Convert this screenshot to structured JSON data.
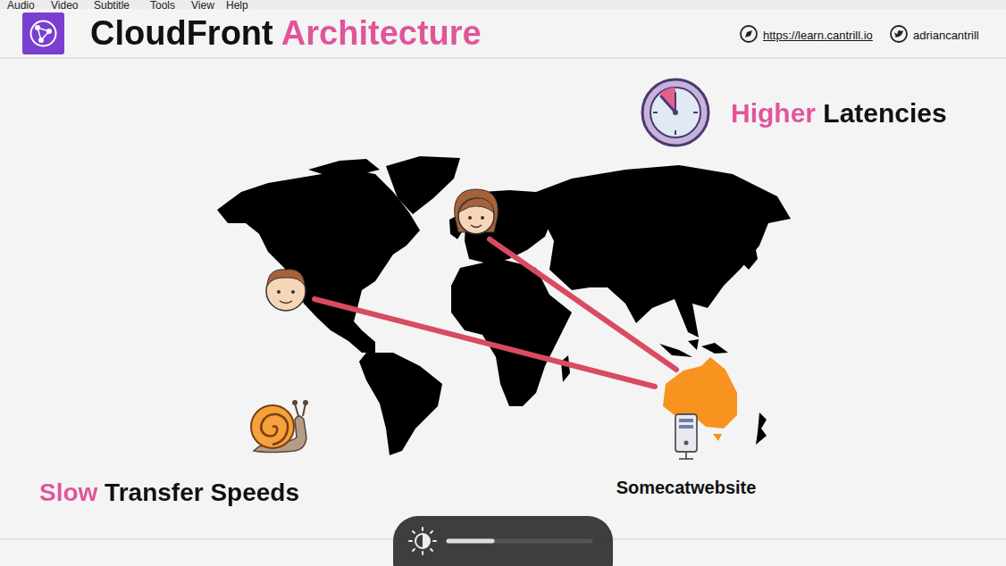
{
  "diagram": {
    "title": "CloudFront Architecture",
    "nodes": [
      {
        "text": [
          "Somecatwebsite"
        ]
      }
    ],
    "labels": [
      "Audio",
      "Video",
      "Subtitle",
      "Tools",
      "View",
      "Help",
      "https://learn.cantrill.io",
      "adriancantrill",
      "Higher Latencies",
      "Slow Transfer Speeds"
    ]
  }
}
